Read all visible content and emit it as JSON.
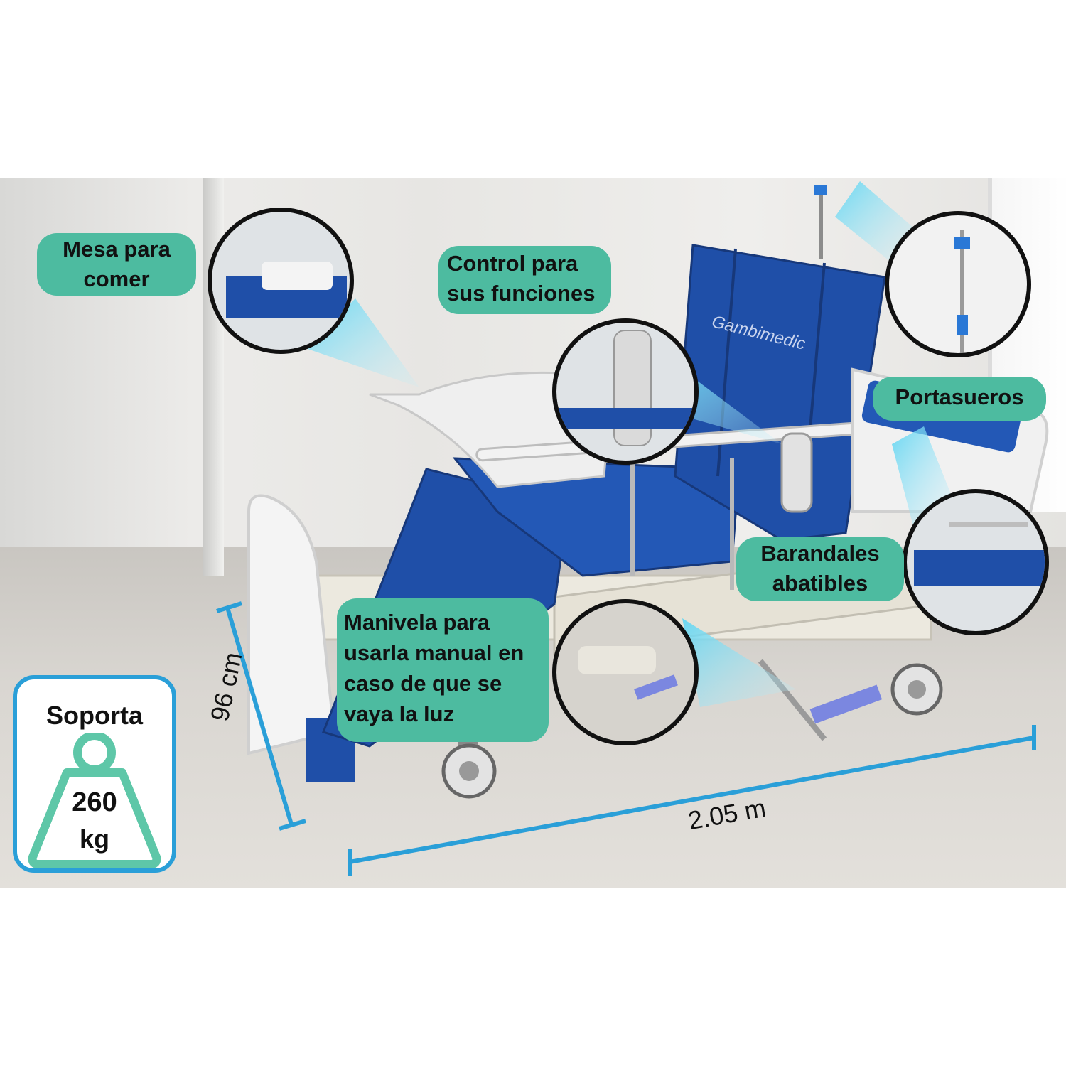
{
  "labels": {
    "mesa": [
      "Mesa para",
      "comer"
    ],
    "control": [
      "Control para",
      "sus funciones"
    ],
    "portasueros": "Portasueros",
    "barandales": [
      "Barandales",
      "abatibles"
    ],
    "manivela": [
      "Manivela para",
      "usarla manual en",
      "caso de que se",
      "vaya la luz"
    ]
  },
  "dimensions": {
    "height": "96 cm",
    "length": "2.05 m"
  },
  "weight": {
    "heading": "Soporta",
    "value": "260",
    "unit": "kg"
  },
  "brand": "Gambimedic",
  "colors": {
    "label_bg": "#4dbba0",
    "accent_blue": "#2a9fd8",
    "mattress_blue": "#1f4fa8",
    "weight_green": "#5ec7a8"
  }
}
